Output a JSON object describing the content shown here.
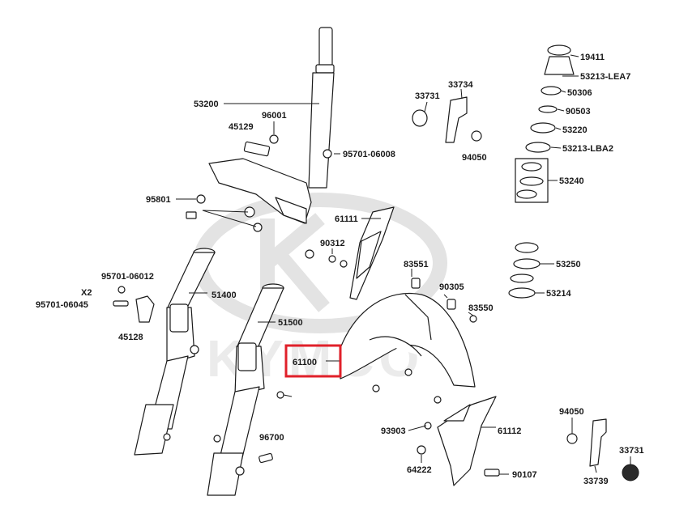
{
  "watermark": {
    "text": "KYMCO"
  },
  "highlight": {
    "color": "#e0202a",
    "label": "61100"
  },
  "labels": {
    "p53200": "53200",
    "p96001": "96001",
    "p45129": "45129",
    "p95701_06008": "95701-06008",
    "p95801": "95801",
    "p61111": "61111",
    "p90312": "90312",
    "p83551": "83551",
    "p90305": "90305",
    "p83550": "83550",
    "p61100": "61100",
    "p95701_06012": "95701-06012",
    "x2": "X2",
    "p95701_06045": "95701-06045",
    "p45128": "45128",
    "p51400": "51400",
    "p51500": "51500",
    "p96700": "96700",
    "p93903": "93903",
    "p64222": "64222",
    "p61112": "61112",
    "p90107": "90107",
    "p33731_top": "33731",
    "p33734": "33734",
    "p94050_top": "94050",
    "p19411": "19411",
    "p53213_lea7": "53213-LEA7",
    "p50306": "50306",
    "p90503": "90503",
    "p53220": "53220",
    "p53213_lba2": "53213-LBA2",
    "p53240": "53240",
    "p53250": "53250",
    "p53214": "53214",
    "p94050_bot": "94050",
    "p33731_bot": "33731",
    "p33739": "33739"
  }
}
